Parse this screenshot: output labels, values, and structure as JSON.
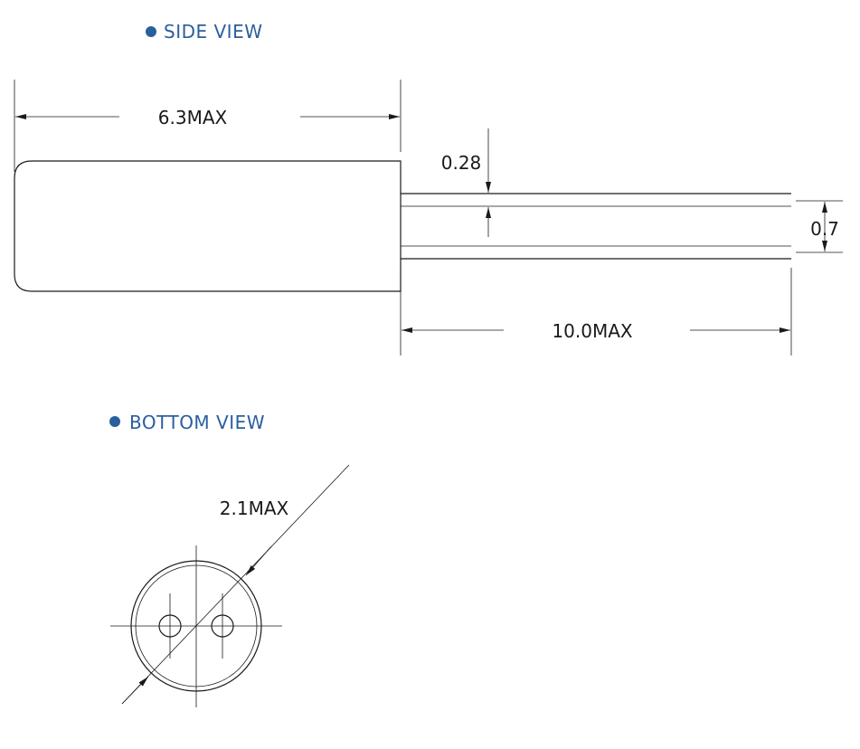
{
  "colors": {
    "heading": "#2a5f9e",
    "line": "#1a1a1a",
    "background": "#ffffff"
  },
  "side_view": {
    "heading": "SIDE VIEW",
    "bullet_icon": "bullet-dot-icon",
    "dim_body_length": "6.3MAX",
    "dim_lead_thickness": "0.28",
    "dim_lead_spacing": "0.7",
    "dim_lead_length": "10.0MAX"
  },
  "bottom_view": {
    "heading": "BOTTOM VIEW",
    "bullet_icon": "bullet-dot-icon",
    "dim_diameter": "2.1MAX"
  }
}
